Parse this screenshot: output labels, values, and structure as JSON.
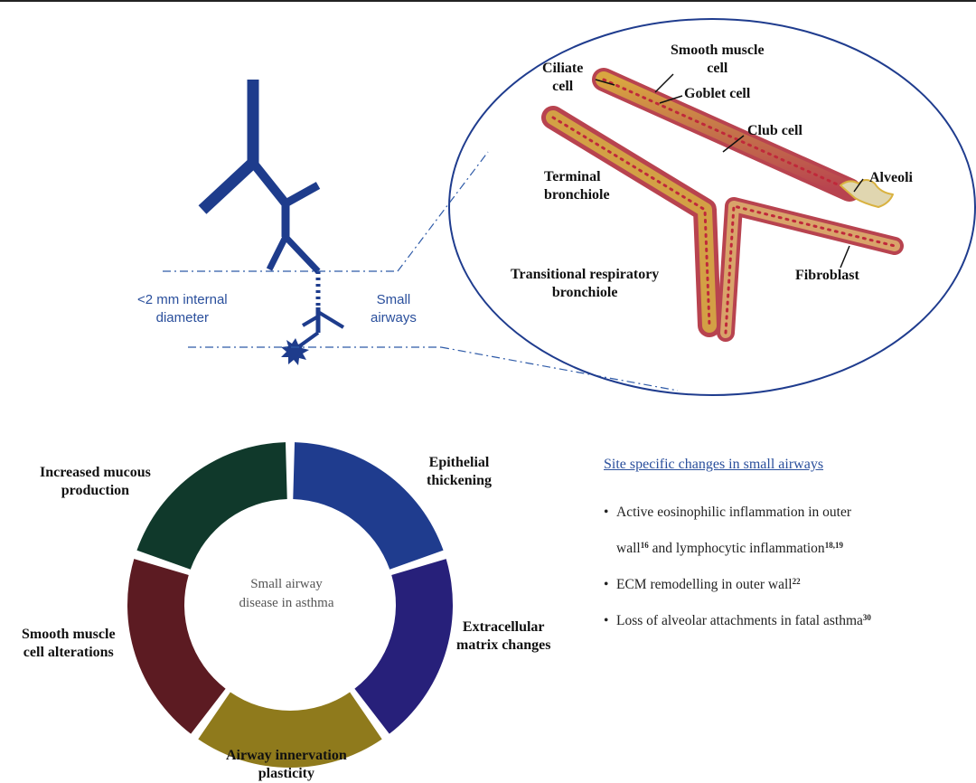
{
  "airway_tree": {
    "diameter_label": [
      "<2 mm internal",
      "diameter"
    ],
    "small_airways_label": [
      "Small",
      "airways"
    ]
  },
  "zoom": {
    "labels": {
      "ciliate": [
        "Ciliate",
        "cell"
      ],
      "smooth_muscle": [
        "Smooth muscle",
        "cell"
      ],
      "goblet": "Goblet cell",
      "club": "Club cell",
      "alveoli": "Alveoli",
      "terminal": [
        "Terminal",
        "bronchiole"
      ],
      "transitional": [
        "Transitional respiratory",
        "bronchiole"
      ],
      "fibroblast": "Fibroblast"
    }
  },
  "ring": {
    "center": [
      "Small airway",
      "disease in asthma"
    ],
    "segments": [
      {
        "label": [
          "Epithelial",
          "thickening"
        ],
        "color": "#1f3c8e"
      },
      {
        "label": [
          "Extracellular",
          "matrix changes"
        ],
        "color": "#27207a"
      },
      {
        "label": [
          "Airway innervation",
          "plasticity"
        ],
        "color": "#8f7a1c"
      },
      {
        "label": [
          "Smooth muscle",
          "cell alterations"
        ],
        "color": "#5c1b22"
      },
      {
        "label": [
          "Increased mucous",
          "production"
        ],
        "color": "#10392b"
      }
    ]
  },
  "site_changes": {
    "title": "Site specific changes in small airways",
    "items": [
      {
        "lines": [
          [
            {
              "t": "Active eosinophilic inflammation in outer"
            }
          ],
          [
            {
              "t": "wall"
            },
            {
              "s": "16"
            },
            {
              "t": " and lymphocytic inflammation"
            },
            {
              "s": "18,19"
            }
          ]
        ]
      },
      {
        "lines": [
          [
            {
              "t": "ECM remodelling in outer wall"
            },
            {
              "s": "22"
            }
          ]
        ]
      },
      {
        "lines": [
          [
            {
              "t": "Loss of alveolar attachments in fatal asthma"
            },
            {
              "s": "30"
            }
          ]
        ]
      }
    ]
  }
}
